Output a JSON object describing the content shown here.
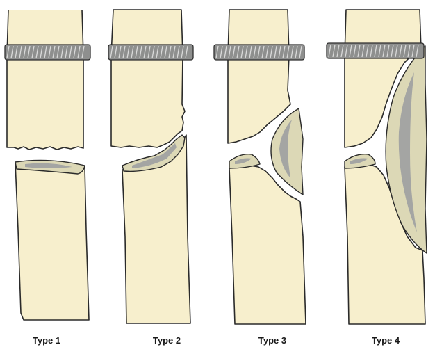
{
  "panels": [
    {
      "label": "Type 1"
    },
    {
      "label": "Type 2"
    },
    {
      "label": "Type 3"
    },
    {
      "label": "Type 4"
    }
  ],
  "colors": {
    "bone": "#f7efcd",
    "fragment": "#dcd8b6",
    "marrow": "#a4a5a3",
    "screw": "#8e8f8e",
    "outline": "#2a2a2a"
  }
}
